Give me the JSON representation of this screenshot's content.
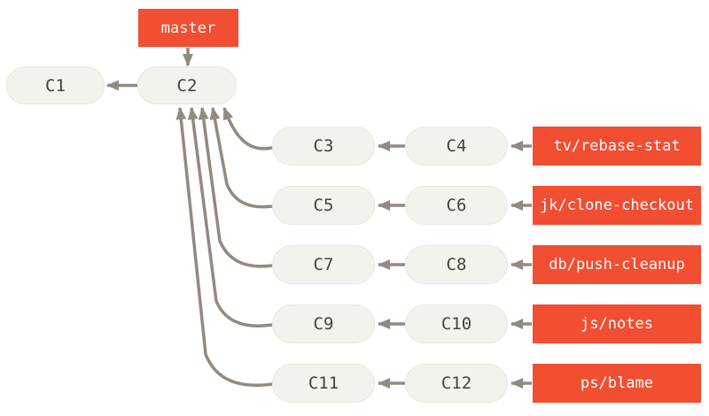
{
  "diagram": {
    "head_label": "master",
    "main_commits": [
      {
        "label": "C1"
      },
      {
        "label": "C2"
      }
    ],
    "topic_rows": [
      {
        "parent_commit": "C3",
        "tip_commit": "C4",
        "branch": "tv/rebase-stat"
      },
      {
        "parent_commit": "C5",
        "tip_commit": "C6",
        "branch": "jk/clone-checkout"
      },
      {
        "parent_commit": "C7",
        "tip_commit": "C8",
        "branch": "db/push-cleanup"
      },
      {
        "parent_commit": "C9",
        "tip_commit": "C10",
        "branch": "js/notes"
      },
      {
        "parent_commit": "C11",
        "tip_commit": "C12",
        "branch": "ps/blame"
      }
    ],
    "colors": {
      "background": "#ffffff",
      "branch_box": "#f14e32",
      "branch_text": "#ffffff",
      "commit_fill": "#f4f2ec",
      "commit_border": "#eae7dd",
      "commit_text": "#47423b",
      "arrow": "#928a80"
    }
  }
}
